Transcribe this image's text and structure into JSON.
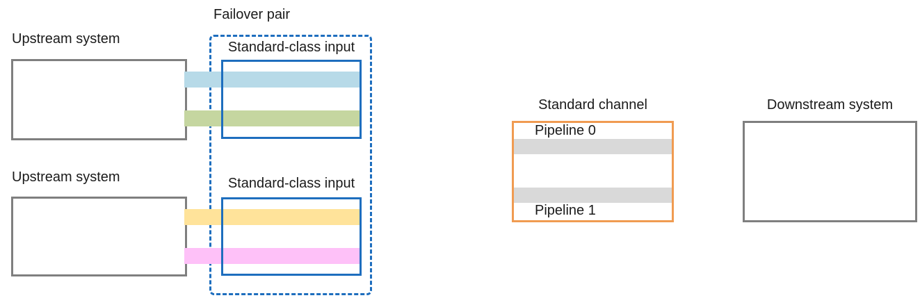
{
  "colors": {
    "background": "#ffffff",
    "text": "#1a1a1a",
    "gray": "#7f7f7f",
    "blue": "#1e6ebe",
    "orange": "#f09b51",
    "band-blue": "#b7dae8",
    "band-green": "#c5d6a0",
    "band-yellow": "#ffe39a",
    "band-pink": "#fec1f8",
    "band-gray": "#d9d9d9"
  },
  "upstream_systems": [
    {
      "label": "Upstream system"
    },
    {
      "label": "Upstream system"
    }
  ],
  "failover_pair": {
    "label": "Failover pair",
    "inputs": [
      {
        "label": "Standard-class input",
        "stream_colors": [
          "light-blue",
          "olive-green"
        ]
      },
      {
        "label": "Standard-class input",
        "stream_colors": [
          "yellow",
          "pink"
        ]
      }
    ]
  },
  "standard_channel": {
    "label": "Standard channel",
    "pipelines": [
      {
        "label": "Pipeline 0"
      },
      {
        "label": "Pipeline 1"
      }
    ]
  },
  "downstream_system": {
    "label": "Downstream system"
  }
}
